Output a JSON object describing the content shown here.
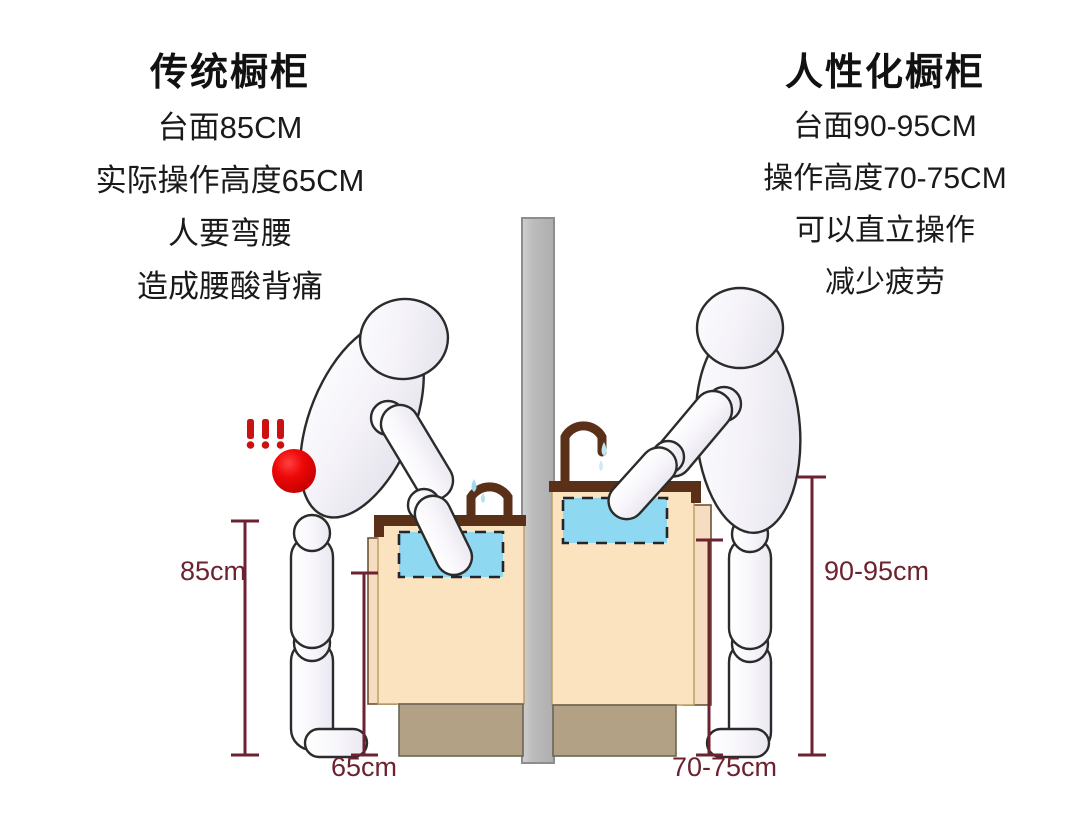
{
  "panels": {
    "left": {
      "title": "传统橱柜",
      "lines": [
        "台面85CM",
        "实际操作高度65CM",
        "人要弯腰",
        "造成腰酸背痛"
      ]
    },
    "right": {
      "title": "人性化橱柜",
      "lines": [
        "台面90-95CM",
        "操作高度70-75CM",
        "可以直立操作",
        "减少疲劳"
      ]
    }
  },
  "dimensions": {
    "left_counter_height": "85cm",
    "left_working_height": "65cm",
    "right_counter_height": "90-95cm",
    "right_working_height": "70-75cm"
  },
  "annotations": {
    "pain_marks": "!!!"
  },
  "colors": {
    "dimension_red": "#6d2230",
    "pain_red": "#e00000",
    "cabinet_body": "#fbe3bf",
    "cabinet_side": "#f6ddc2",
    "counter_brown": "#5a3018",
    "toe_kick": "#b3a186",
    "sink_blue": "#8fd8f2",
    "divider_gray": "#bdbdbd",
    "figure_fill": "#f7f5f9",
    "figure_stroke": "#2b2b2b",
    "text_dark": "#111111"
  },
  "figures": {
    "left_pose": "bent-over",
    "right_pose": "upright"
  }
}
